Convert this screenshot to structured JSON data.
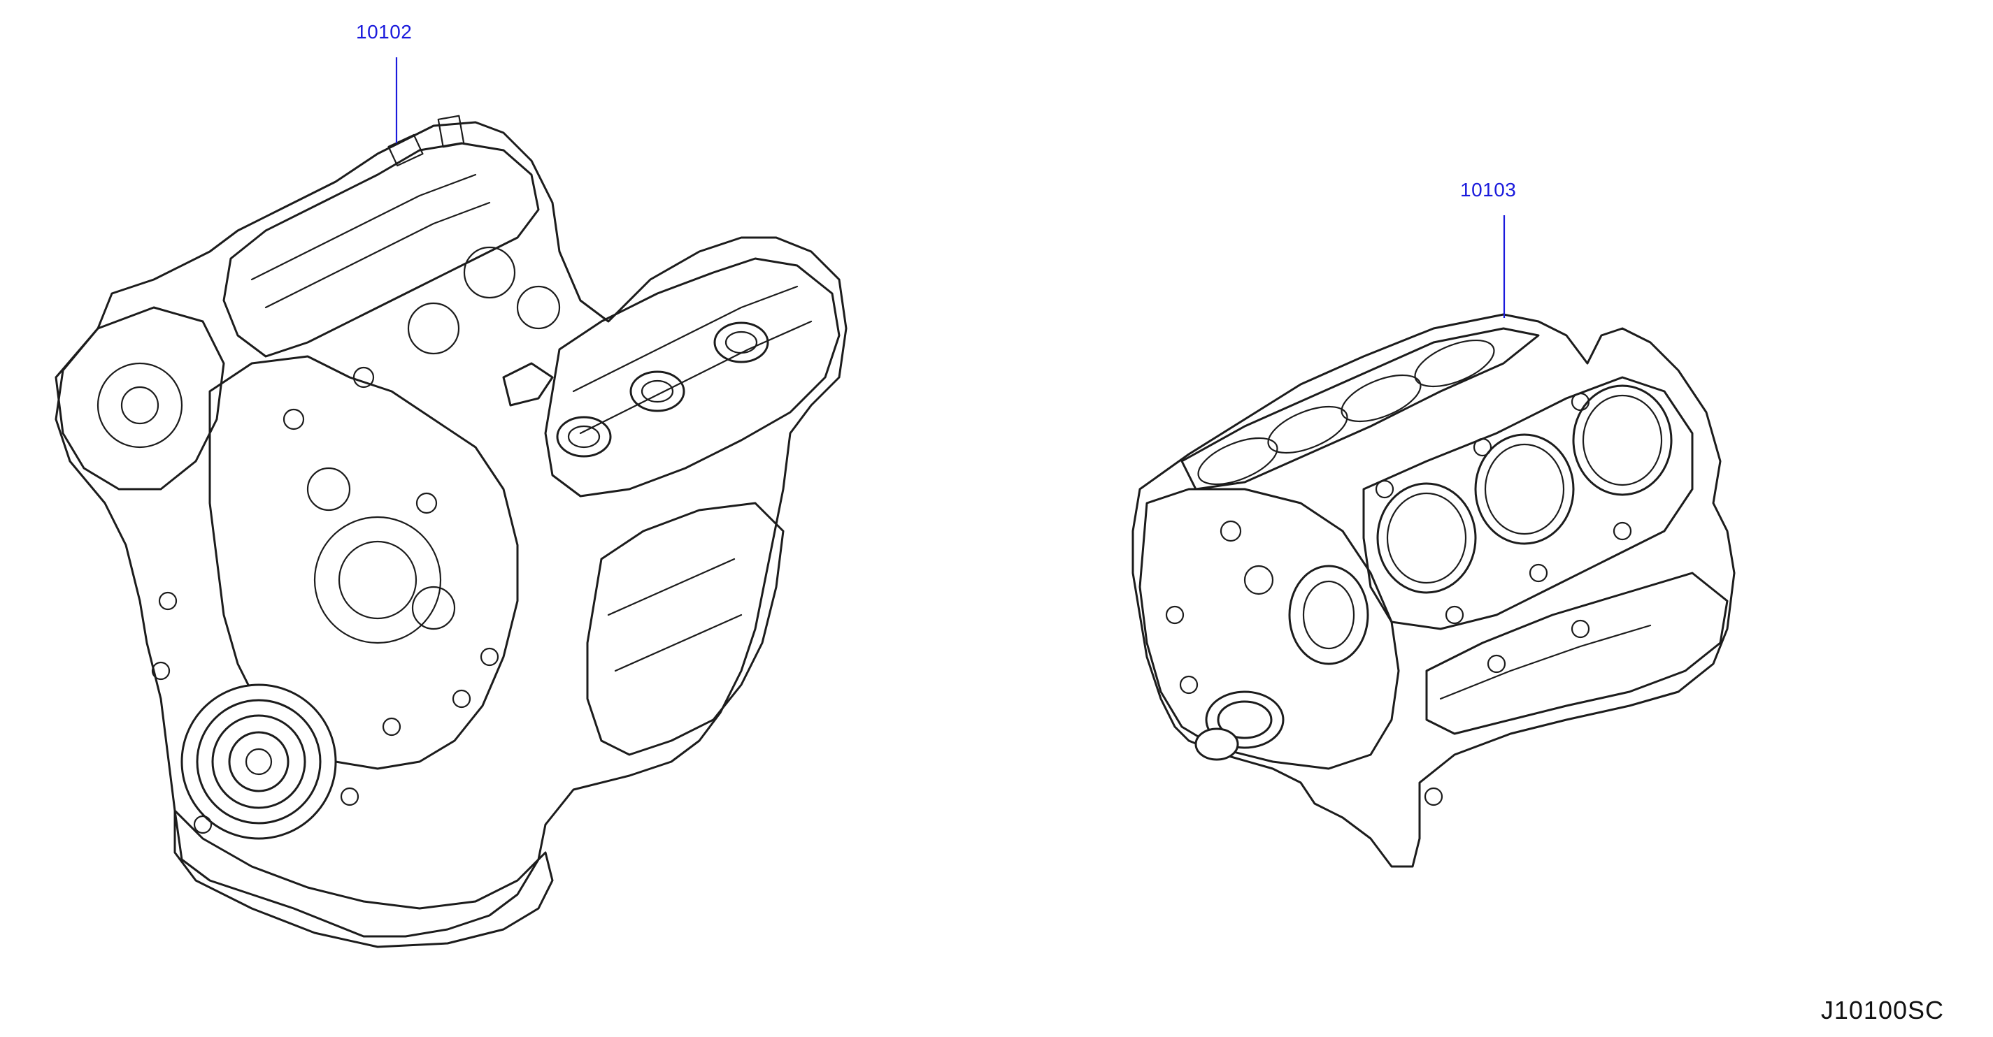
{
  "callouts": {
    "assembly_engine": "10102",
    "short_block": "10103"
  },
  "diagram_code": "J10100SC",
  "colors": {
    "callout_text": "#1a1adc",
    "line_art": "#1c1c1c",
    "background": "#ffffff"
  }
}
